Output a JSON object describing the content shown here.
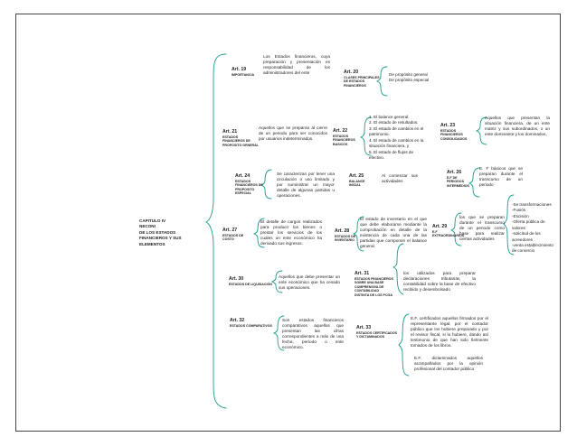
{
  "main_title": {
    "line1": "CAPITULO IV",
    "line2": "NECONI",
    "line3": "DE LOS ESTADOS",
    "line4": "FINANCIEROS Y SUS",
    "line5": "ELEMENTOS"
  },
  "a19": {
    "label": "Art. 19",
    "sub": "IMPORTANCIA",
    "desc": "Los Estados financieros, cuya preparación y presentación es responsabilidad de los administradores del ente"
  },
  "a20": {
    "label": "Art. 20",
    "sub": "CLASES PRINCIPALES DE ESTADOS FINANCIEROS",
    "items": [
      "De propósito general",
      "De propósito especial"
    ]
  },
  "a21": {
    "label": "Art. 21",
    "sub": "ESTADOS FINANCIEROS DE PROPOSITO GENERAL",
    "desc": "Aquellos que se preparan al cierre de un periodo para ser conocidos por usuarios indeterminados."
  },
  "a22": {
    "label": "Art. 22",
    "sub": "ESTADOS FINANCIEROS BASICOS",
    "items": [
      "1. El balance general.",
      "2. El estado de resultados.",
      "3. El estado de cambios en el patrimonio.",
      "4. El estado de cambios en la situación financiera, y",
      "5. El estado de flujos de efectivo."
    ]
  },
  "a23": {
    "label": "Art. 23",
    "sub": "ESTADOS FINANCIEROS CONSOLIDADOS",
    "desc": "Aquellos que presentan la situación financiera, de un ente matriz y sus subordinados, o un ente dominante y los dominados,"
  },
  "a24": {
    "label": "Art. 24",
    "sub": "ESTADOS FINANCIEROS DE PROPOSITO ESPECIAL",
    "desc": "Se caracterizan por tener una circulación o uso limitado y por suministrar un mayor detalle de algunas partidas u operaciones."
  },
  "a25": {
    "label": "Art. 25",
    "sub": "BALANCE INICIAL",
    "desc": "Al comenzar sus actividades"
  },
  "a26": {
    "label": "Art. 26",
    "sub": "E.F DE PERIODOS INTERMEDIOS",
    "desc": "E. F básicos que se preparan durante el transcurso de un periodo"
  },
  "a27": {
    "label": "Art. 27",
    "sub": "ESTADOS DE COSTO",
    "desc": "El detalle de cargos realizados para producir los bienes o prestar los servicios de los cuales un ente económico ha derivado sus ingresos."
  },
  "a28": {
    "label": "Art. 28",
    "sub": "ESTADOS DE INVENTARIO",
    "desc": "El estado de inventario en el que que debe elaborarse mediante la comprobación en detalle de la existencia de cada una de las partidas que componen el balance general."
  },
  "a29": {
    "label": "Art. 29",
    "sub": "E.F EXTRAORDINARIOS",
    "desc": "los que se preparan durante el transcurso de un periodo como base para realizar ciertas actividades"
  },
  "a29_list": [
    "-Se transformaciones",
    "-Fusión",
    "-Escisión",
    "-Oferta pública de valores",
    "-solicitud de los acreedores",
    "-venta establecimiento de comercio"
  ],
  "a30": {
    "label": "Art. 30",
    "sub": "ESTADOS DE LIQUIDACIÓN",
    "desc": "Aquellos que debe presentar un ente económico que ha cesado sus operaciones."
  },
  "a31": {
    "label": "Art. 31",
    "sub": "ESTADOS FINANCIEROS SOBRE UNA BASE COMPRENSIVA DE CONTABILIDAD DISTINTA DE LOS PCGA",
    "desc": "los utilizados para preparar declaraciones tributarias, la contabilidad sobre la base de efectivo recibido y desembolsado"
  },
  "a32": {
    "label": "Art. 32",
    "sub": "ESTADOS COMPARATIVOS",
    "desc": "Son estados financieros comparativos aquellos que presentan las cifras correspondientes a más de una fecha, período o ente económico."
  },
  "a33": {
    "label": "Art. 33",
    "sub": "ESTADOS CERTIFICADOS Y DICTAMINADOS",
    "desc1": "E.F. certificados aquellos firmados por el representante legal, por el contador público que los hubiere preparado y por el revisor fiscal, si lo hubiere, dando así testimonio de que han sido fielmente tomados de los libros.",
    "desc2": "E.F. dictaminados aquellos acompañados por la opinión profesional del contador público"
  }
}
